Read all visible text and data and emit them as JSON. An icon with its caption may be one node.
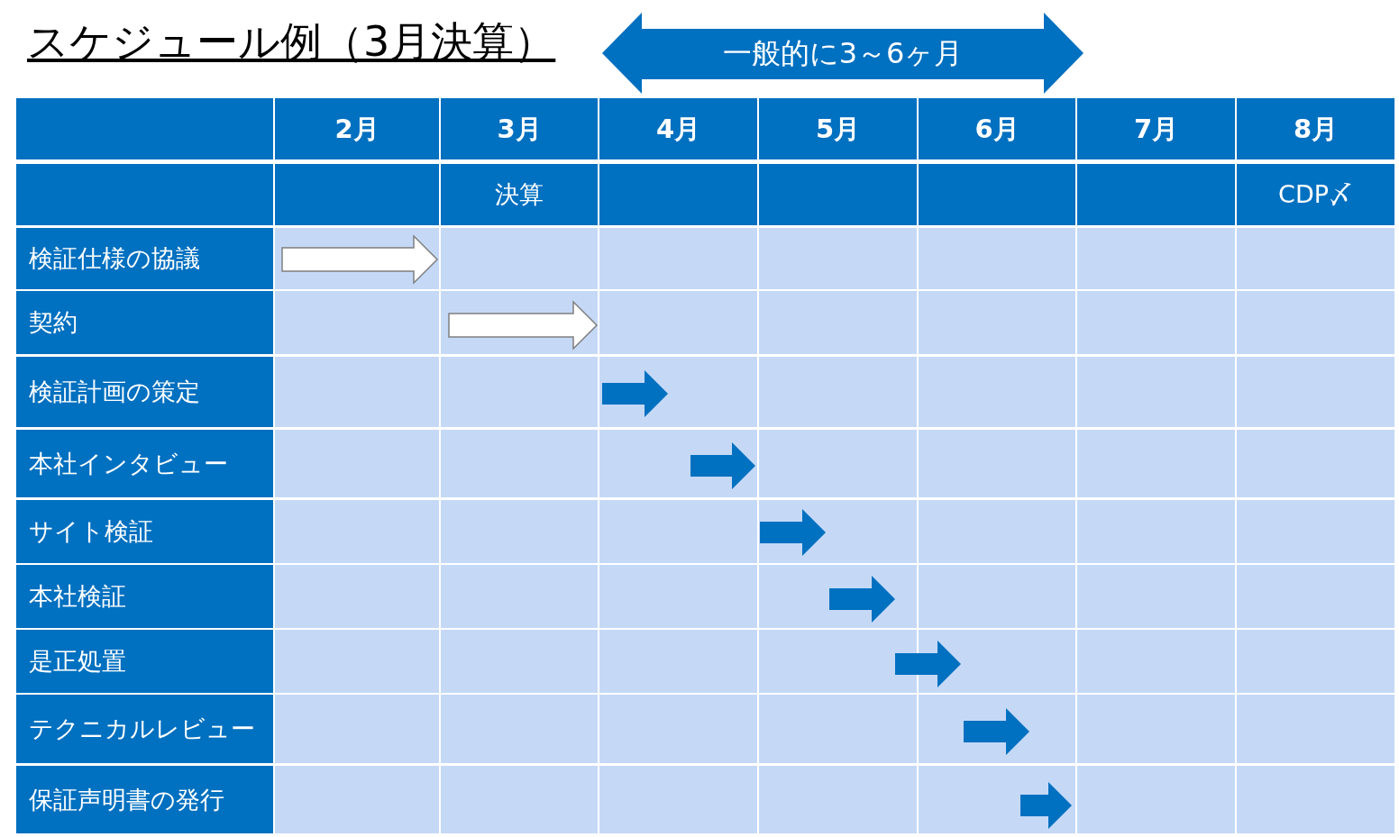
{
  "diagram": {
    "title": "スケジュール例（3月決算）",
    "nodes": [
      {
        "text": [
          "一般的に3～6ヶ月"
        ]
      }
    ],
    "labels": [
      "2月",
      "3月",
      "4月",
      "5月",
      "6月",
      "7月",
      "8月",
      "決算",
      "CDP〆",
      "検証仕様の協議",
      "契約",
      "検証計画の策定",
      "本社インタビュー",
      "サイト検証",
      "本社検証",
      "是正処置",
      "テクニカルレビュー",
      "保証声明書の発行"
    ]
  }
}
